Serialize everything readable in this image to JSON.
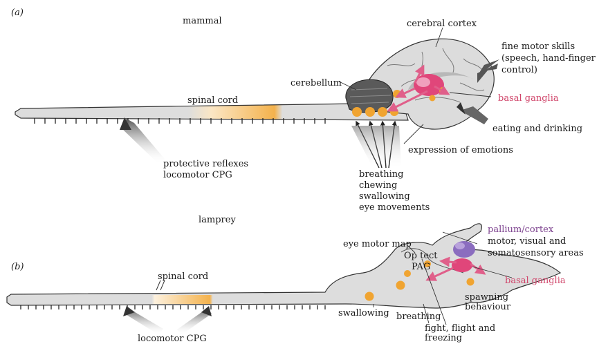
{
  "panel_a": {
    "tag": "(a)",
    "title": "mammal",
    "labels": {
      "cerebral_cortex": "cerebral cortex",
      "cerebellum": "cerebellum",
      "spinal_cord": "spinal cord",
      "fine_motor": [
        "fine motor skills",
        "(speech, hand-finger",
        "control)"
      ],
      "basal_ganglia": "basal ganglia",
      "eating": "eating and drinking",
      "emotions": "expression of emotions",
      "reflexes": [
        "protective reflexes",
        "locomotor CPG"
      ],
      "brainstem": [
        "breathing",
        "chewing",
        "swallowing",
        "eye movements"
      ]
    }
  },
  "panel_b": {
    "tag": "(b)",
    "title": "lamprey",
    "labels": {
      "eye_motor_map": "eye motor map",
      "op_tect": "Op tect",
      "pag": "PAG",
      "pallium": "pallium/cortex",
      "motor_areas": [
        "motor, visual and",
        "somatosensory areas"
      ],
      "spinal_cord": "spinal cord",
      "basal_ganglia": "basal ganglia",
      "spawning": [
        "spawning",
        "behaviour"
      ],
      "swallowing": "swallowing",
      "breathing": "breathing",
      "fight": [
        "fight, flight and",
        "freezing"
      ],
      "locomotor": "locomotor CPG"
    }
  },
  "colors": {
    "body": "#dddddd",
    "outline": "#333333",
    "orange": "#f0a431",
    "pink": "#e0467a",
    "purple": "#8b6dbf",
    "red_label": "#d0456a",
    "purple_label": "#7a3e8c"
  }
}
